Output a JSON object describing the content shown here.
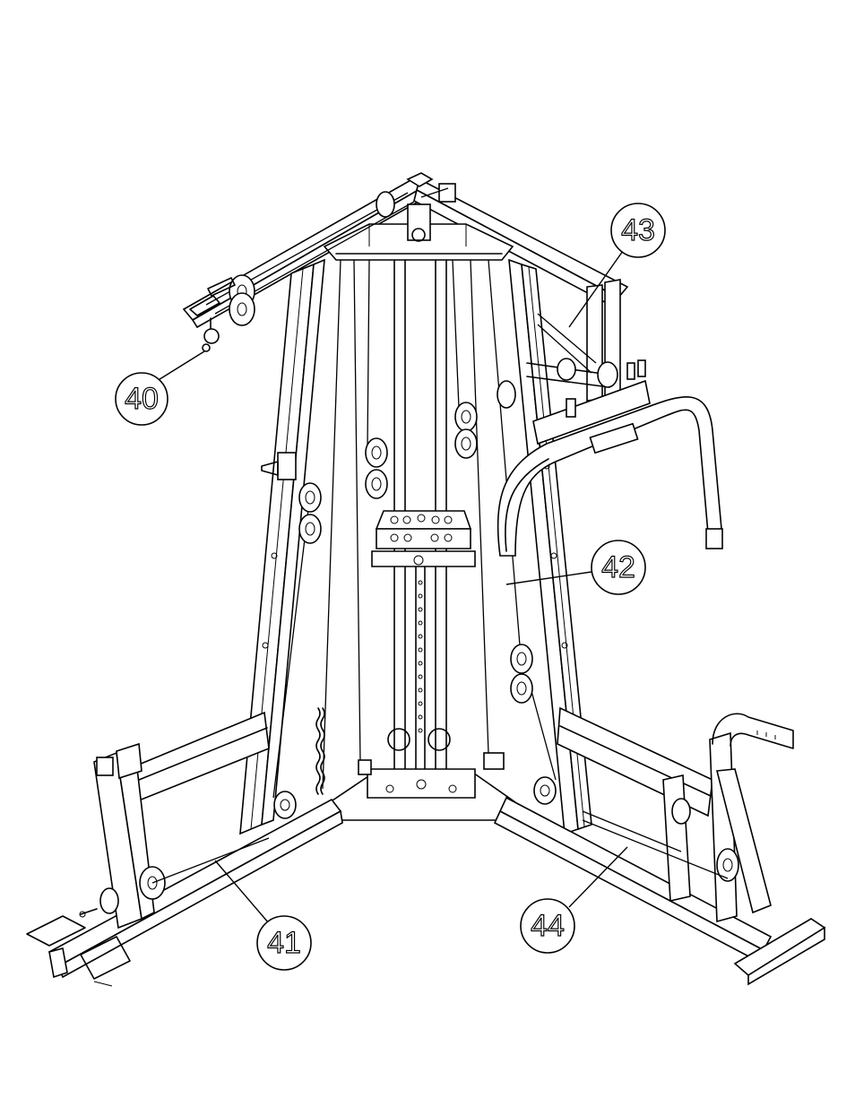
{
  "callouts": {
    "c40": "40",
    "c41": "41",
    "c42": "42",
    "c43": "43",
    "c44": "44"
  },
  "components": {
    "frame": "home-gym-frame",
    "weight_stack": "weight-stack",
    "pulleys": "pulley-set",
    "press_arm": "press-arm",
    "leg_developer": "leg-developer"
  }
}
